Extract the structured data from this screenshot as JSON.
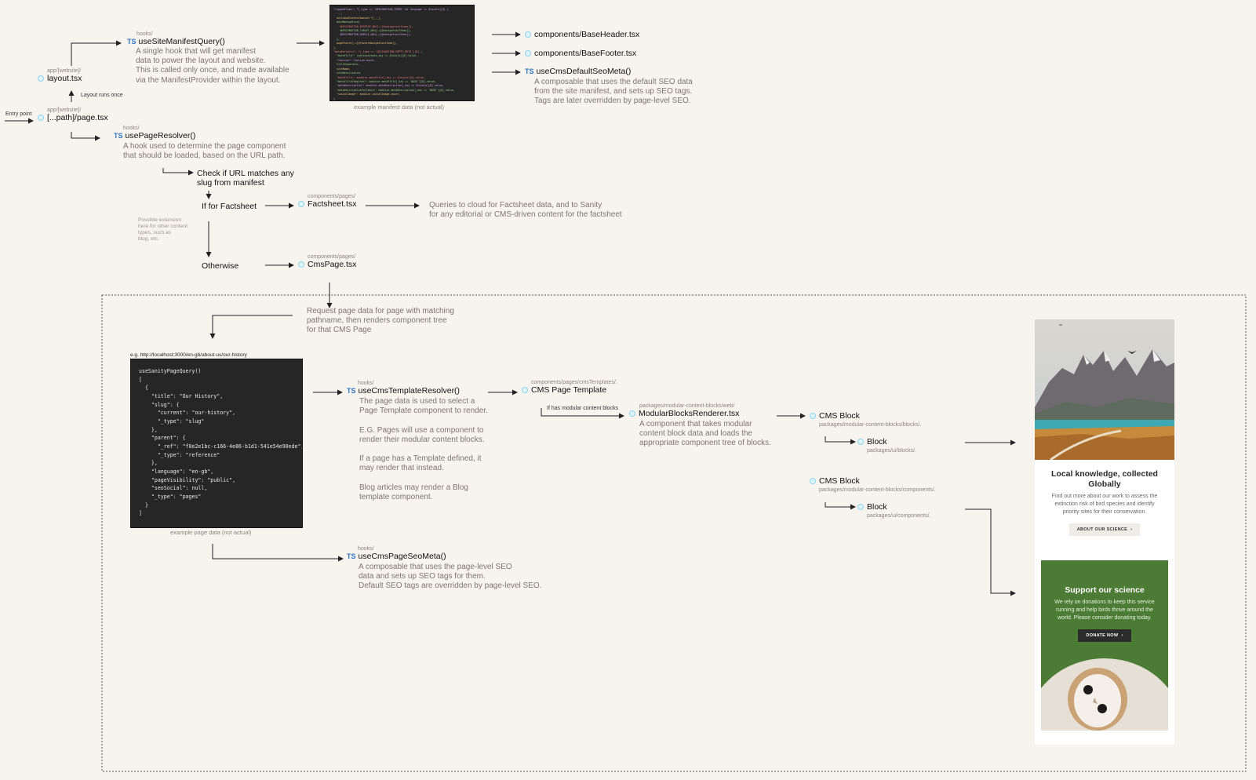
{
  "entry": {
    "label": "Entry point",
    "note": "Layout runs once"
  },
  "layout": {
    "path": "app/[website]/",
    "file": "layout.tsx"
  },
  "page": {
    "path": "app/[website]/",
    "file": "[...path]/page.tsx"
  },
  "manifest_hook": {
    "path": "hooks/",
    "badge": "TS",
    "file": "useSiteManifestQuery()",
    "desc": "A single hook that will get manifest\ndata to power the layout and website.\nThis is called only once, and made available\nvia the ManifestProvider within the layout."
  },
  "manifest_code": {
    "caption": "example manifest data (not actual)",
    "lines": [
      "\"rippedItems\": *[_type == 'DESIGNATION_TEMPO' && language == $locale][0] {",
      "  ...,",
      "  unlinkedContentAmount:*[_,_],",
      "  mainNavigation{",
      "    $DESIGNATION_DESKTOP_NAV{->[@navigationItems]},",
      "    $DESIGNATION_TABLET_NAV{->[@navigationItems]},",
      "    $DESIGNATION_MOBILE_NAV{->[@navigationItems]},",
      "  },",
      "  pageFooter{->[@footerNavigationItems]},",
      "},",
      "\"metaDefaults\": *[_type == 'DESIGNATION_EMPTY_META'][0] {",
      "  \"metaTitle\": coalesce(meta_key == $locale)[0].value,",
      "  \"favicon\": favicon.asset,",
      "  titleSeparator,",
      "  siteName,",
      "  siteDescription,",
      "  \"metaTitle\": modular.metaTitle[_key == $locale][0].value,",
      "  \"metaTitleTemplate\": modular.metaTitle[_key == 'BASE'][0].value,",
      "  \"metaDescription\": modular.metaDescription[_key == $locale][0].value,",
      "  \"metaDescriptionFallback\": modular.metaDescription[_key == 'BASE'][0].value,",
      "  \"socialImage\": modular.socialImage.asset,",
      "}"
    ]
  },
  "outputs": [
    {
      "file": "components/BaseHeader.tsx"
    },
    {
      "file": "components/BaseFooter.tsx"
    }
  ],
  "default_seo": {
    "badge": "TS",
    "file": "useCmsDefaultSeoMeta()",
    "desc": "A composable that uses the default SEO data\nfrom the site manifest, and sets up SEO tags.\nTags are later overridden by page-level SEO."
  },
  "resolver": {
    "path": "hooks/",
    "badge": "TS",
    "file": "usePageResolver()",
    "desc": "A hook used to determine the page component\nthat should be loaded, based on the URL path."
  },
  "check": "Check if URL matches any\nslug from manifest",
  "if_factsheet": "If for Factsheet",
  "possible_ext": "Possible extension\nhere for other content\ntypes, such as\nblog, etc.",
  "otherwise": "Otherwise",
  "factsheet": {
    "path": "components/pages/",
    "file": "Factsheet.tsx",
    "desc": "Queries to cloud for Factsheet data, and to Sanity\nfor any editorial or CMS-driven content for the factsheet"
  },
  "cmspage": {
    "path": "components/pages/",
    "file": "CmsPage.tsx"
  },
  "request": "Request page data for page with matching\npathname, then renders component tree\nfor that CMS Page",
  "page_code": {
    "url": "e.g. http://localhost:3000/en-gb/about-us/our-history",
    "caption": "example page data (not actual)",
    "lines": [
      "useSanityPageQuery()",
      "[",
      "  {",
      "    \"title\": \"Our History\",",
      "    \"slug\": {",
      "      \"current\": \"our-history\",",
      "      \"_type\": \"slug\"",
      "    },",
      "    \"parent\": {",
      "      \"_ref\": \"f0e2e1bc-c166-4e86-b1d1-541e54e90ede\",",
      "      \"_type\": \"reference\"",
      "    },",
      "    \"language\": \"en-gb\",",
      "    \"pageVisibility\": \"public\",",
      "    \"seoSocial\": null,",
      "    \"_type\": \"pages\"",
      "  }",
      "]"
    ]
  },
  "template_resolver": {
    "path": "hooks/",
    "badge": "TS",
    "file": "useCmsTemplateResolver()",
    "desc": "The page data is used to select a\nPage Template component to render.\n\nE.G. Pages will use a component to\nrender their modular content blocks.\n\nIf a page has a Template defined, it\nmay render that instead.\n\nBlog articles may render a Blog\ntemplate component."
  },
  "cms_template": {
    "path": "components/pages/cmsTemplates/.",
    "file": "CMS Page Template"
  },
  "modular_note": "If has modular content blocks",
  "renderer": {
    "path": "packages/modular-content-blocks/web/",
    "file": "ModularBlocksRenderer.tsx",
    "desc": "A component that takes modular\ncontent block data and loads the\nappropriate component tree of blocks."
  },
  "cms_blocks": [
    {
      "file": "CMS Block",
      "path": "packages/modular-content-blocks/blocks/.",
      "child": "Block",
      "child_path": "packages/ui/blocks/."
    },
    {
      "file": "CMS Block",
      "path": "packages/modular-content-blocks/components/.",
      "child": "Block",
      "child_path": "packages/ui/components/."
    }
  ],
  "page_seo": {
    "path": "hooks/",
    "badge": "TS",
    "file": "useCmsPageSeoMeta()",
    "desc": "A composable that uses the page-level SEO\ndata and sets up SEO tags for them.\nDefault SEO tags are overridden by page-level SEO."
  },
  "preview": {
    "card1": {
      "title": "Local knowledge, collected\nGlobally",
      "text": "Find out more about our work to assess the\nextinction risk of bird species and identify\npriority sites for their conservation.",
      "button": "ABOUT OUR SCIENCE"
    },
    "card2": {
      "title": "Support our science",
      "text": "We rely on donations to keep this service\nrunning and help birds thrive around the\nworld. Please consider donating today.",
      "button": "DONATE NOW"
    }
  },
  "colors": {
    "background": "#f7f3ef",
    "code_bg": "#262626",
    "ts_badge": "#2f74c0",
    "react_icon": "#8fd4ec",
    "card_green": "#4b7b34"
  }
}
